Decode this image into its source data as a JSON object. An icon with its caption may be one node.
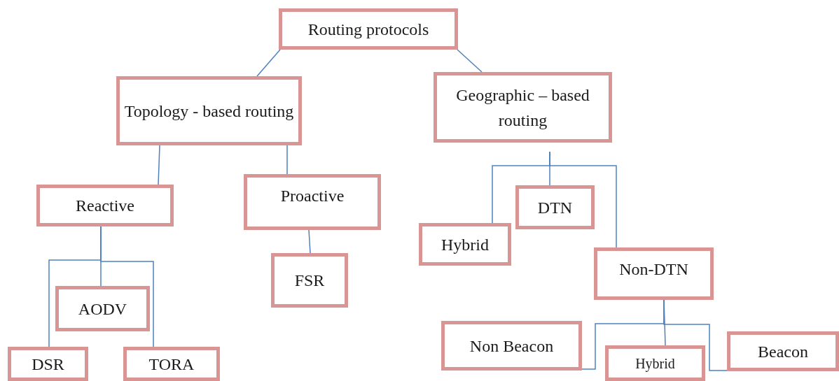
{
  "diagram": {
    "nodes": [
      {
        "text": [
          "Routing protocols"
        ]
      },
      {
        "text": [
          "Topology - based routing"
        ]
      },
      {
        "text": [
          "Geographic – based routing"
        ]
      },
      {
        "text": [
          "Reactive"
        ]
      },
      {
        "text": [
          "Proactive"
        ]
      },
      {
        "text": [
          "FSR"
        ]
      },
      {
        "text": [
          "AODV"
        ]
      },
      {
        "text": [
          "DSR"
        ]
      },
      {
        "text": [
          "TORA"
        ]
      },
      {
        "text": [
          "DTN"
        ]
      },
      {
        "text": [
          "Hybrid"
        ]
      },
      {
        "text": [
          "Non-DTN"
        ]
      },
      {
        "text": [
          "Non Beacon"
        ]
      },
      {
        "text": [
          "Hybrid"
        ]
      },
      {
        "text": [
          "Beacon"
        ]
      }
    ],
    "edges": [
      {
        "from": 0,
        "to": 1,
        "arrow": "none"
      },
      {
        "from": 0,
        "to": 2,
        "arrow": "none"
      },
      {
        "from": 1,
        "to": 3,
        "arrow": "none"
      },
      {
        "from": 1,
        "to": 4,
        "arrow": "none"
      },
      {
        "from": 3,
        "to": 7,
        "arrow": "none"
      },
      {
        "from": 3,
        "to": 6,
        "arrow": "none"
      },
      {
        "from": 3,
        "to": 8,
        "arrow": "none"
      },
      {
        "from": 4,
        "to": 5,
        "arrow": "none"
      },
      {
        "from": 2,
        "to": 10,
        "arrow": "none"
      },
      {
        "from": 2,
        "to": 9,
        "arrow": "none"
      },
      {
        "from": 2,
        "to": 11,
        "arrow": "none"
      },
      {
        "from": 11,
        "to": 12,
        "arrow": "none"
      },
      {
        "from": 11,
        "to": 13,
        "arrow": "none"
      },
      {
        "from": 11,
        "to": 14,
        "arrow": "none"
      }
    ]
  }
}
